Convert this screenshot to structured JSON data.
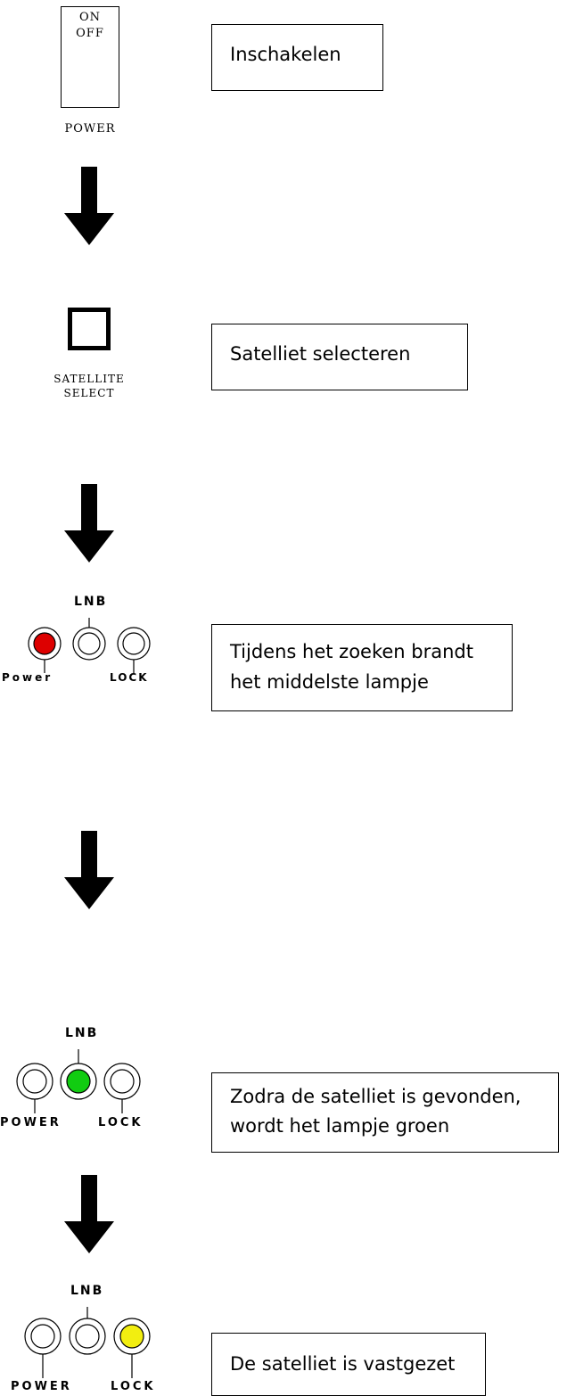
{
  "steps": [
    {
      "device": {
        "switch_on": "ON",
        "switch_off": "OFF",
        "label": "POWER"
      },
      "callout": "Inschakelen"
    },
    {
      "device": {
        "label_line1": "SATELLITE",
        "label_line2": "SELECT"
      },
      "callout": "Satelliet selecteren"
    },
    {
      "device": {
        "top_label": "LNB",
        "left_label": "Power",
        "right_label": "LOCK",
        "lit_led": "left",
        "lit_color": "#dd0000"
      },
      "callout_lines": [
        "Tijdens het zoeken brandt",
        "het middelste lampje"
      ]
    },
    {
      "device": {
        "top_label": "LNB",
        "left_label": "POWER",
        "right_label": "LOCK",
        "lit_led": "middle",
        "lit_color": "#11cc11"
      },
      "callout_lines": [
        "Zodra de satelliet is gevonden,",
        "wordt het lampje groen"
      ]
    },
    {
      "device": {
        "top_label": "LNB",
        "left_label": "POWER",
        "right_label": "LOCK",
        "lit_led": "right",
        "lit_color": "#f2ee10"
      },
      "callout": "De satelliet is vastgezet"
    }
  ]
}
